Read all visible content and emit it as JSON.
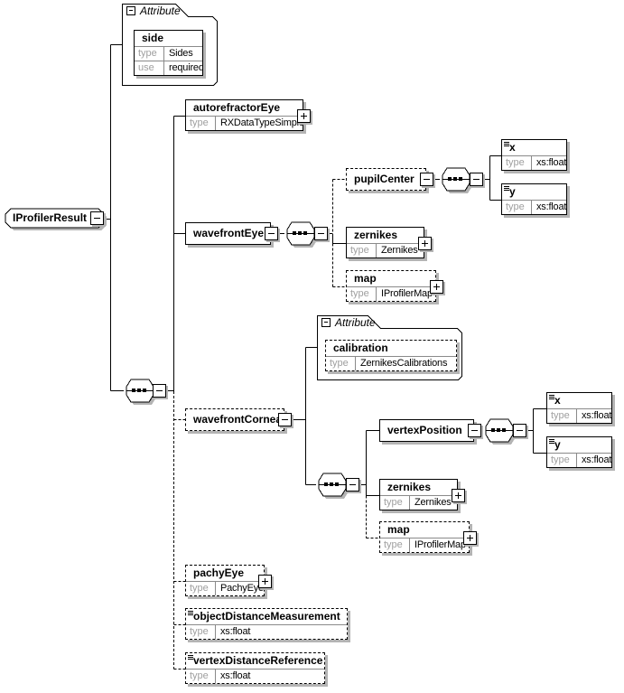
{
  "palette": {
    "line": "#000000",
    "shadow": "#b4b4b4",
    "muted_key": "#9f9f9f",
    "background": "#ffffff"
  },
  "keys": {
    "type": "type",
    "use": "use"
  },
  "icons": {
    "collapse": "minus-box",
    "expand": "plus-box",
    "sequence": "sequence-octagon",
    "simple_content": "three-lines"
  },
  "root": {
    "label": "IProfilerResult"
  },
  "attribute_sections": {
    "root_attributes": {
      "tab_label": "Attribute",
      "attribute": {
        "name": "side",
        "type": "Sides",
        "use": "required"
      }
    },
    "cornea_attributes": {
      "tab_label": "Attribute",
      "attribute": {
        "name": "calibration",
        "type": "ZernikesCalibrations"
      }
    }
  },
  "elements": {
    "autorefractorEye": {
      "name": "autorefractorEye",
      "type": "RXDataTypeSimple",
      "optional": false,
      "collapsed": true
    },
    "wavefrontEye": {
      "name": "wavefrontEye",
      "optional": false
    },
    "pupilCenter": {
      "name": "pupilCenter",
      "optional": true
    },
    "wfe_x": {
      "name": "x",
      "type": "xs:float"
    },
    "wfe_y": {
      "name": "y",
      "type": "xs:float"
    },
    "wfe_zernikes": {
      "name": "zernikes",
      "type": "Zernikes",
      "collapsed": true
    },
    "wfe_map": {
      "name": "map",
      "type": "IProfilerMap",
      "optional": true,
      "collapsed": true
    },
    "wavefrontCornea": {
      "name": "wavefrontCornea",
      "optional": true
    },
    "vertexPosition": {
      "name": "vertexPosition",
      "optional": false
    },
    "wfc_x": {
      "name": "x",
      "type": "xs:float"
    },
    "wfc_y": {
      "name": "y",
      "type": "xs:float"
    },
    "wfc_zernikes": {
      "name": "zernikes",
      "type": "Zernikes",
      "collapsed": true
    },
    "wfc_map": {
      "name": "map",
      "type": "IProfilerMap",
      "optional": true,
      "collapsed": true
    },
    "pachyEye": {
      "name": "pachyEye",
      "type": "PachyEye",
      "optional": true,
      "collapsed": true
    },
    "objectDistanceMeasurement": {
      "name": "objectDistanceMeasurement",
      "type": "xs:float",
      "optional": true
    },
    "vertexDistanceReference": {
      "name": "vertexDistanceReference",
      "type": "xs:float",
      "optional": true
    }
  }
}
